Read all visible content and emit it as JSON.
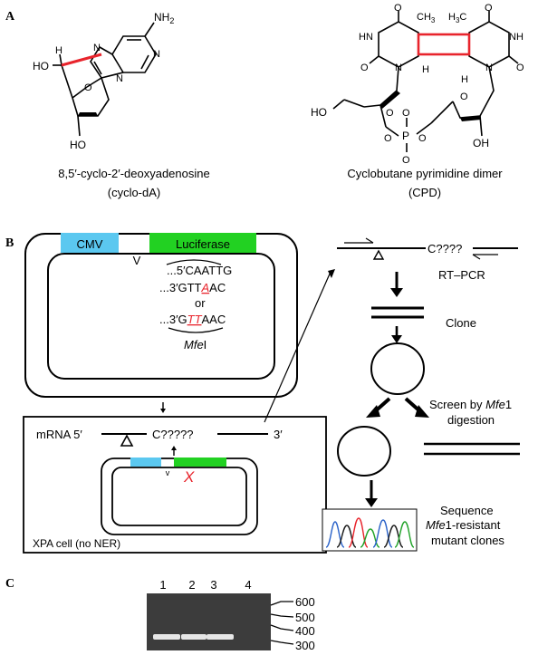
{
  "panel_a": {
    "label": "A",
    "left_name": "8,5′-cyclo-2′-deoxyadenosine",
    "left_abbrev": "(cyclo-dA)",
    "right_name": "Cyclobutane pyrimidine dimer",
    "right_abbrev": "(CPD)",
    "atoms": {
      "nh2": "NH",
      "nh2_sub": "2",
      "n": "N",
      "o": "O",
      "h": "H",
      "ho": "HO",
      "nh": "NH",
      "hn": "HN",
      "ch3": "CH",
      "h3c": "H",
      "c": "C",
      "sub3": "3",
      "p": "P",
      "oh": "OH"
    }
  },
  "panel_b": {
    "label": "B",
    "cmv": "CMV",
    "luciferase": "Luciferase",
    "seq1": "...5′CAATTG",
    "seq2_pre": "...3′GTT",
    "seq2_mut": "A",
    "seq2_post": "AC",
    "or": "or",
    "seq3_pre": "...3′G",
    "seq3_mut": "TT",
    "seq3_post": "AAC",
    "mfe_italic": "Mfe",
    "mfe_rest": "I",
    "mrna_label": "mRNA 5′",
    "mrna_seq": "C?????",
    "mrna_end": "3′",
    "x_mark": "X",
    "cell_label": "XPA cell (no NER)",
    "cdna_seq": "C????",
    "rtpcr": "RT–PCR",
    "clone": "Clone",
    "screen_line1": "Screen by ",
    "screen_mfe": "Mfe",
    "screen_line1_end": "1",
    "screen_line2": "digestion",
    "sequence_line1": "Sequence",
    "sequence_mfe": "Mfe",
    "sequence_line2_end": "1-resistant",
    "sequence_line3": "mutant clones"
  },
  "panel_c": {
    "label": "C",
    "lanes": [
      "1",
      "2",
      "3",
      "4"
    ],
    "markers": [
      "600",
      "500",
      "400",
      "300"
    ],
    "band_lanes_with_product": [
      1,
      2,
      3
    ]
  },
  "colors": {
    "cmv_box": "#5bc8f0",
    "luciferase_box": "#22d122",
    "bond_red": "#e8242c",
    "mutation_red": "#e8242c",
    "gel_bg": "#3c3c3c",
    "band": "#e6e6e6"
  }
}
